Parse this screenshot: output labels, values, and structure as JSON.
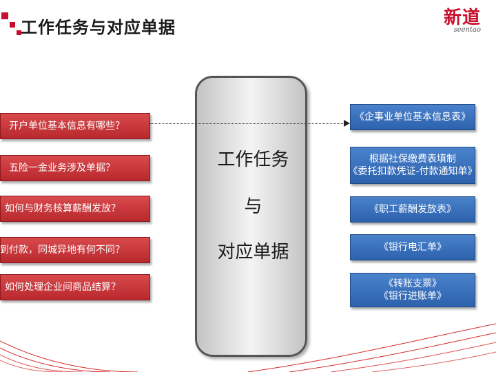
{
  "slide": {
    "title": "工作任务与对应单据",
    "logo_main": "新道",
    "logo_sub": "seentao"
  },
  "tasks": [
    {
      "label": "开户单位基本信息有哪些？"
    },
    {
      "label": "五险一金业务涉及单据？"
    },
    {
      "label": "如何与财务核算薪酬发放？"
    },
    {
      "label": "货到付款，同城异地有何不同？"
    },
    {
      "label": "如何处理企业间商品结算？"
    }
  ],
  "center": {
    "line1": "工作任务",
    "line2": "与",
    "line3": "对应单据"
  },
  "documents": [
    {
      "line1": "《企事业单位基本信息表》",
      "line2": ""
    },
    {
      "line1": "根据社保缴费表填制",
      "line2": "《委托扣款凭证-付款通知单》"
    },
    {
      "line1": "《职工薪酬发放表》",
      "line2": ""
    },
    {
      "line1": "《银行电汇单》",
      "line2": ""
    },
    {
      "line1": "《转账支票》",
      "line2": "《银行进账单》"
    }
  ],
  "colors": {
    "accent_red": "#c8102e",
    "task_red": "#c0392b",
    "doc_blue": "#3a6fbb"
  }
}
